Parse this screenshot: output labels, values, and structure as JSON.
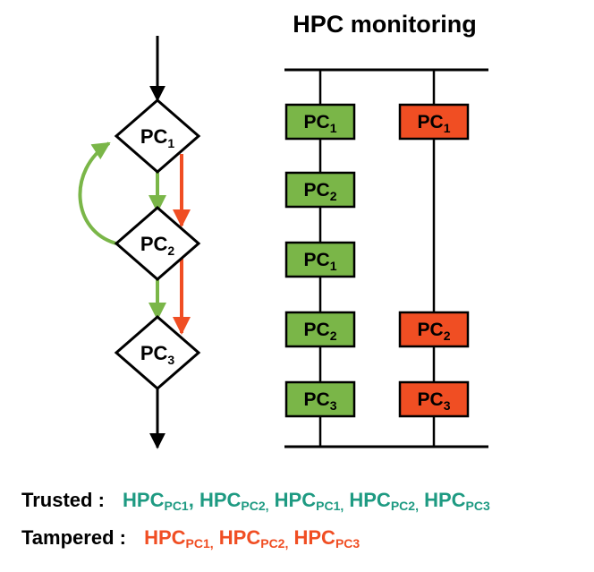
{
  "title": "HPC monitoring",
  "flow": {
    "nodes": [
      {
        "id": "pc1",
        "base": "PC",
        "sub": "1"
      },
      {
        "id": "pc2",
        "base": "PC",
        "sub": "2"
      },
      {
        "id": "pc3",
        "base": "PC",
        "sub": "3"
      }
    ]
  },
  "monitoring": {
    "trusted_boxes": [
      {
        "base": "PC",
        "sub": "1"
      },
      {
        "base": "PC",
        "sub": "2"
      },
      {
        "base": "PC",
        "sub": "1"
      },
      {
        "base": "PC",
        "sub": "2"
      },
      {
        "base": "PC",
        "sub": "3"
      }
    ],
    "tampered_boxes": [
      {
        "base": "PC",
        "sub": "1"
      },
      {
        "base": "PC",
        "sub": "2"
      },
      {
        "base": "PC",
        "sub": "3"
      }
    ]
  },
  "legend": {
    "trusted_label": "Trusted :",
    "tampered_label": "Tampered :",
    "trusted_seq": [
      {
        "base": "HPC",
        "sub": "PC1",
        "sep": ","
      },
      {
        "base": "HPC",
        "sub": "PC2,",
        "sep": ""
      },
      {
        "base": "HPC",
        "sub": "PC1,",
        "sep": ""
      },
      {
        "base": "HPC",
        "sub": "PC2,",
        "sep": ""
      },
      {
        "base": "HPC",
        "sub": "PC3",
        "sep": ""
      }
    ],
    "tampered_seq": [
      {
        "base": "HPC",
        "sub": "PC1,",
        "sep": ""
      },
      {
        "base": "HPC",
        "sub": "PC2,",
        "sep": ""
      },
      {
        "base": "HPC",
        "sub": "PC3",
        "sep": ""
      }
    ]
  },
  "colors": {
    "trusted_green": "#7ab648",
    "tampered_red": "#f04e23",
    "trusted_text": "#1e9a82",
    "line": "#000000"
  }
}
